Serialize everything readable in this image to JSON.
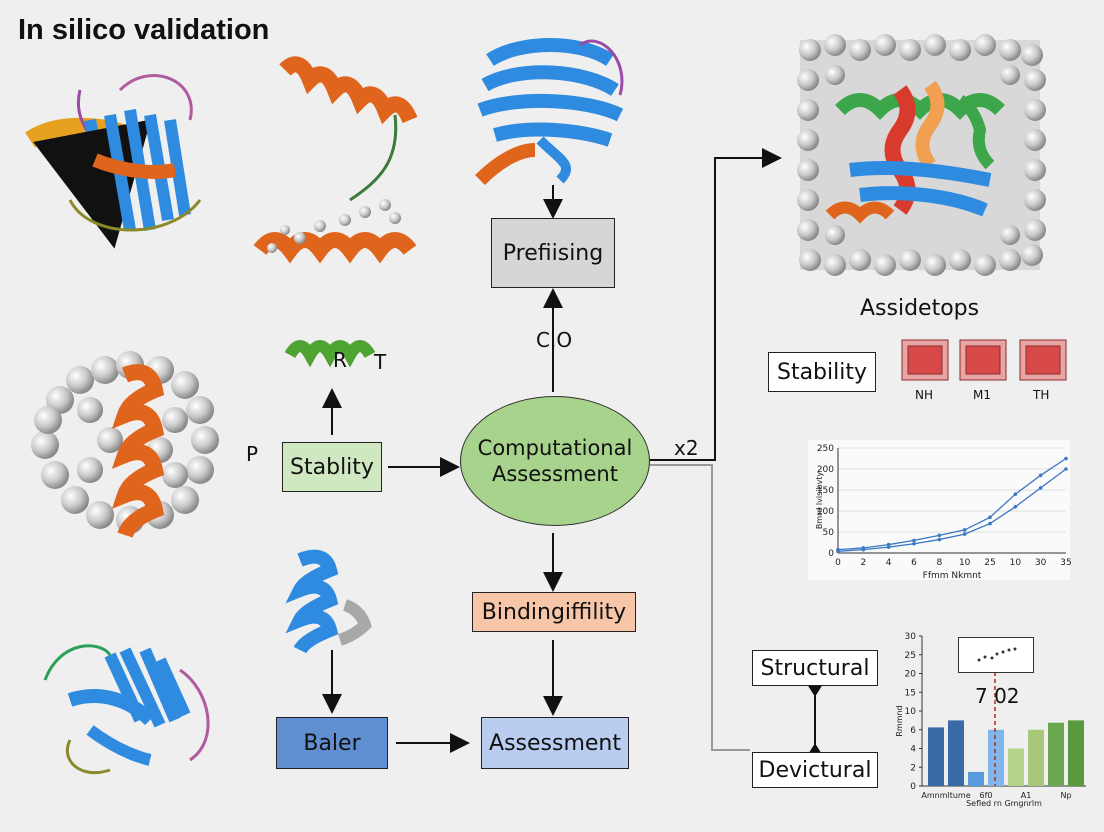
{
  "title": "In silico validation",
  "center": {
    "line1": "Computational",
    "line2": "Assessment"
  },
  "nodes": {
    "prefiising": "Prefiising",
    "stablity": "Stablity",
    "bindingiffility": "Bindingiffility",
    "baler": "Baler",
    "assessment": "Assessment",
    "stability_right": "Stability",
    "structural": "Structural",
    "devictural": "Devictural"
  },
  "labels": {
    "co": "C.O",
    "x2": "x2",
    "p": "P",
    "helix_r": "R",
    "helix_t": "T",
    "assidetops": "Assidetops",
    "mini_value": "7 02"
  },
  "icon_labels": [
    "NH",
    "M1",
    "TH"
  ],
  "colors": {
    "green_box": "#cfe8c1",
    "orange_box": "#f7c6a8",
    "blue_box": "#5f8fd1",
    "lightblue_box": "#b9cdf0",
    "gray_box": "#d6d6d6",
    "ellipse": "#a7d38c",
    "helix_orange": "#e0651c",
    "strand_blue": "#2f8be0",
    "icon_red": "#d84a4a"
  },
  "chart_data": [
    {
      "type": "line",
      "title": "",
      "xlabel": "Ffmm Nkmnt",
      "ylabel": "Bmrd lvisibvty",
      "categories": [
        "0",
        "2",
        "4",
        "6",
        "8",
        "10",
        "25",
        "10",
        "30",
        "35"
      ],
      "ylim": [
        0,
        250
      ],
      "yticks": [
        "0",
        "50",
        "100",
        "150",
        "200",
        "250"
      ],
      "series": [
        {
          "values": [
            8,
            12,
            20,
            30,
            42,
            55,
            85,
            140,
            185,
            225
          ]
        },
        {
          "values": [
            4,
            8,
            14,
            22,
            32,
            45,
            70,
            110,
            155,
            200
          ]
        }
      ],
      "grid": true,
      "color": "#3a78c2"
    },
    {
      "type": "bar",
      "title": "",
      "xlabel": "Sefled rn Gmgnrlm",
      "ylabel": "Rmmnd",
      "categories": [
        "Amnmltume",
        "6f0",
        "A1",
        "Np"
      ],
      "ylim": [
        0,
        30
      ],
      "yticks": [
        "0",
        "2",
        "4",
        "6",
        "10",
        "15",
        "20",
        "25",
        "30"
      ],
      "series": [
        {
          "values": [
            6.5,
            8,
            1.5,
            6,
            4,
            6,
            7.5,
            8
          ]
        }
      ],
      "bar_colors": [
        "#3b6aa8",
        "#3b6aa8",
        "#5a9be0",
        "#7fb6ec",
        "#b6d38a",
        "#a6c878",
        "#6aa84f",
        "#5a9a3f"
      ]
    }
  ]
}
